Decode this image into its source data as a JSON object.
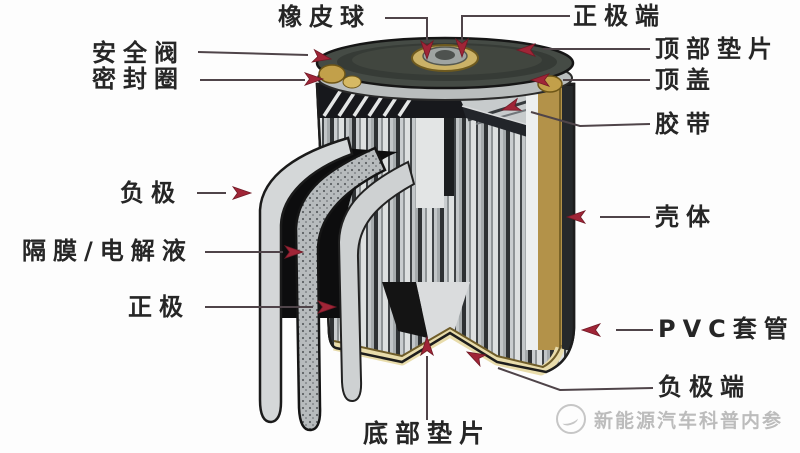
{
  "diagram": {
    "labels": {
      "rubber_ball": "橡皮球",
      "positive_terminal": "正极端",
      "safety_valve": "安全阀",
      "sealing_ring": "密封圈",
      "top_gasket": "顶部垫片",
      "top_cover": "顶盖",
      "tape": "胶带",
      "negative_electrode": "负极",
      "casing": "壳体",
      "separator_electrolyte": "隔膜/电解液",
      "positive_electrode": "正极",
      "pvc_sleeve": "PVC套管",
      "negative_terminal": "负极端",
      "bottom_gasket": "底部垫片"
    },
    "watermark": "新能源汽车科普内参",
    "colors": {
      "label_text": "#262626",
      "leader_line": "#4f4449",
      "arrow": "#a02537",
      "arrow_edge": "#701a26",
      "cap_gold": "#c2a04a",
      "cap_dark": "#3b403b",
      "body_stripe_dark": "#2e3133",
      "bottom_band": "#e8dcab",
      "watermark_gray": "#bcbcbc"
    }
  }
}
